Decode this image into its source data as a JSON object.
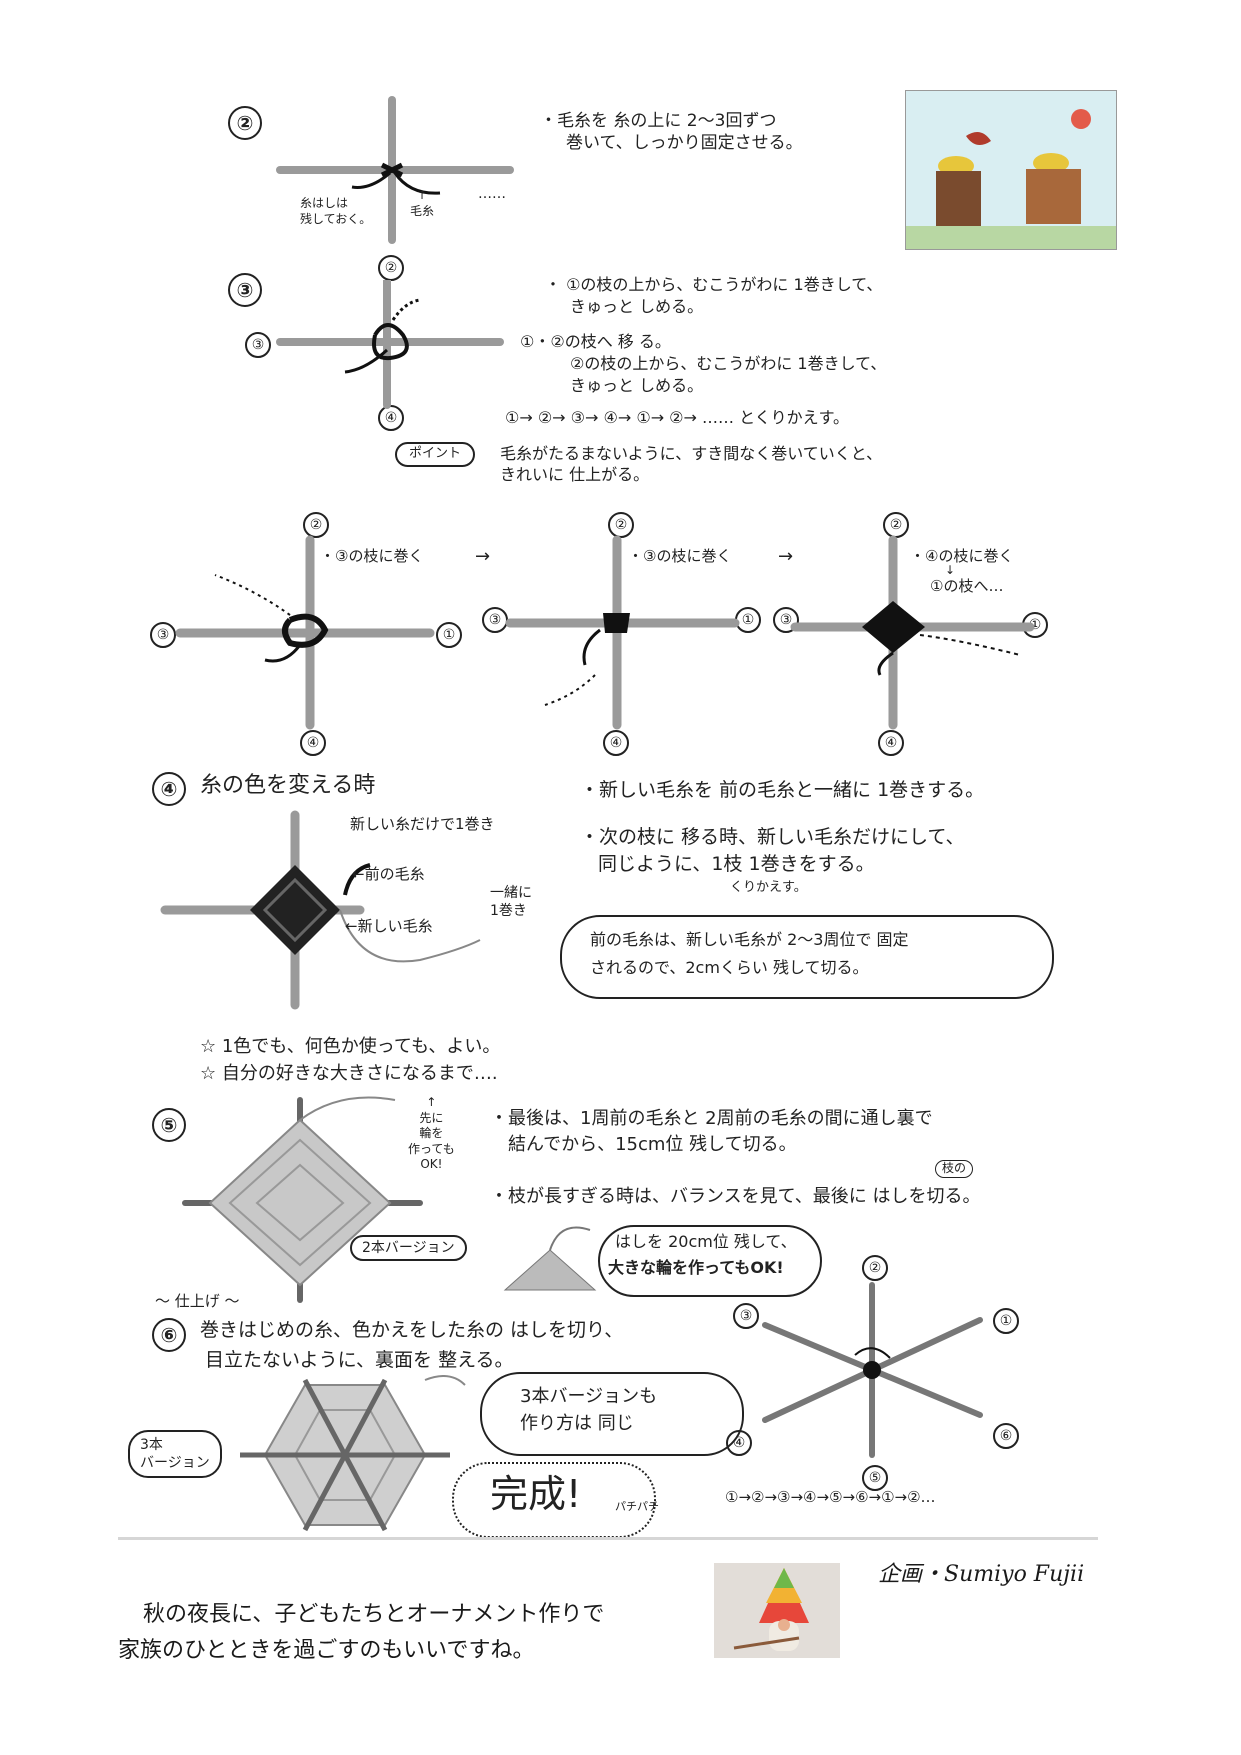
{
  "step2": {
    "num": "②",
    "text_line1": "・毛糸を 糸の上に 2〜3回ずつ",
    "text_line2": "巻いて、しっかり固定させる。",
    "label_thread_end": "糸はしは\n残しておく。",
    "label_yarn": "↑\n毛糸",
    "dots": "……"
  },
  "step3": {
    "num": "③",
    "bullet1_line1": "・ ①の枝の上から、むこうがわに 1巻きして、",
    "bullet1_line2": "きゅっと しめる。",
    "bullet2_line1": "①・②の枝へ 移 る。",
    "bullet2_line2": "②の枝の上から、むこうがわに 1巻きして、",
    "bullet2_line3": "きゅっと しめる。",
    "sequence": "①→ ②→ ③→ ④→ ①→ ②→ …… とくりかえす。",
    "point_label": "ポイント",
    "point_line1": "毛糸がたるまないように、すき間なく巻いていくと、",
    "point_line2": "きれいに 仕上がる。",
    "stick_labels": [
      "②",
      "③",
      "④"
    ]
  },
  "diagrams": {
    "labels": [
      "②",
      "③",
      "①",
      "④"
    ],
    "d1_text": "・③の枝に巻く",
    "d2_text": "・③の枝に巻く",
    "d3_text_1": "・④の枝に巻く",
    "d3_text_2": "↓",
    "d3_text_3": "①の枝へ…",
    "arrow": "→"
  },
  "step4": {
    "num": "④",
    "title": "糸の色を変える時",
    "label_new_only": "新しい糸だけで1巻き",
    "label_prev": "←前の毛糸",
    "label_new": "←新しい毛糸",
    "label_together": "一緒に\n1巻き",
    "bullet1": "・新しい毛糸を 前の毛糸と一緒に 1巻きする。",
    "bullet2_line1": "・次の枝に 移る時、新しい毛糸だけにして、",
    "bullet2_line2": "同じように、1枝 1巻きをする。",
    "bullet2_note": "くりかえす。",
    "cloud_line1": "前の毛糸は、新しい毛糸が 2〜3周位で 固定",
    "cloud_line2": "されるので、2cmくらい 残して切る。"
  },
  "stars": {
    "line1": "☆ 1色でも、何色か使っても、よい。",
    "line2": "☆ 自分の好きな大きさになるまで…."
  },
  "step5": {
    "num": "⑤",
    "loop_note": "↑\n先に\n輪を\n作っても\nOK!",
    "bullet1_line1": "・最後は、1周前の毛糸と 2周前の毛糸の間に通し裏で",
    "bullet1_line2": "結んでから、15cm位 残して切る。",
    "bullet2": "・枝が長すぎる時は、バランスを見て、最後に はしを切る。",
    "bullet2_note": "枝の",
    "version_label": "2本バージョン",
    "ring_note_line1": "はしを 20cm位 残して、",
    "ring_note_line2": "大きな輪を作ってもOK!"
  },
  "step6": {
    "heading": "〜 仕上げ 〜",
    "num": "⑥",
    "line1": "巻きはじめの糸、色かえをした糸の はしを切り、",
    "line2": "目立たないように、裏面を 整える。",
    "version_label": "3本\nバージョン",
    "cloud_line1": "3本バージョンも",
    "cloud_line2": "作り方は 同じ",
    "done": "完成!",
    "clap": "パチパチ",
    "star_labels": [
      "②",
      "③",
      "①",
      "④",
      "⑥",
      "⑤"
    ],
    "sequence": "①→②→③→④→⑤→⑥→①→②…"
  },
  "footer": {
    "credit": "企画・Sumiyo Fujii",
    "line1": "秋の夜長に、子どもたちとオーナメント作りで",
    "line2": "家族のひとときを過ごすのもいいですね。"
  },
  "colors": {
    "ink": "#1a1a1a",
    "stick": "#9a9a9a",
    "photo_bg": "#cfe6ec"
  }
}
